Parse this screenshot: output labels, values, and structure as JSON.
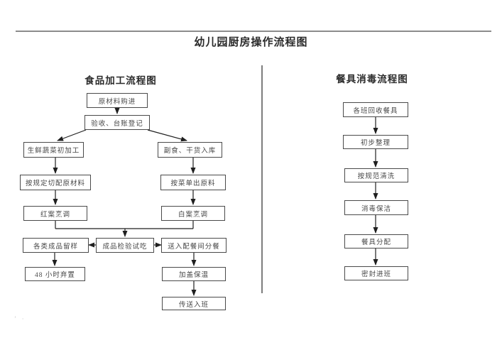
{
  "page": {
    "title": "幼儿园厨房操作流程图",
    "stray_marks": "’ ·"
  },
  "left_chart": {
    "title": "食品加工流程图",
    "type": "flowchart",
    "nodes": {
      "purchase": "原材料购进",
      "acceptance": "验收、台账登记",
      "fresh_veg": "生鲜蔬菜初加工",
      "side_food": "副食、干货入库",
      "cut_prepare": "按规定切配原材料",
      "menu_issue": "按菜单出原料",
      "red_case": "红案烹调",
      "white_case": "白案烹调",
      "sample": "各类成品留样",
      "inspect": "成品检验试吃",
      "serve_room": "送入配餐间分餐",
      "discard": "48 小时弃置",
      "keep_warm": "加盖保温",
      "to_class": "传送入班"
    },
    "edges": [
      "原材料购进→验收、台账登记",
      "验收、台账登记→生鲜蔬菜初加工",
      "验收、台账登记→副食、干货入库",
      "生鲜蔬菜初加工→按规定切配原材料",
      "副食、干货入库→按菜单出原料",
      "按规定切配原材料→红案烹调",
      "按菜单出原料→白案烹调",
      "红案烹调→成品检验试吃",
      "白案烹调→成品检验试吃",
      "成品检验试吃→各类成品留样",
      "成品检验试吃→送入配餐间分餐",
      "各类成品留样→48 小时弃置",
      "送入配餐间分餐→加盖保温",
      "加盖保温→传送入班"
    ]
  },
  "right_chart": {
    "title": "餐具消毒流程图",
    "type": "flowchart",
    "nodes": {
      "collect": "各班回收餐具",
      "tidy": "初步整理",
      "wash": "按规范清洗",
      "disinfect": "消毒保洁",
      "distribute": "餐具分配",
      "seal": "密封进班"
    },
    "edges": [
      "各班回收餐具→初步整理",
      "初步整理→按规范清洗",
      "按规范清洗→消毒保洁",
      "消毒保洁→餐具分配",
      "餐具分配→密封进班"
    ]
  },
  "colors": {
    "rule_gray": "#8c8c8c",
    "box_border": "#4a4a4a",
    "arrow": "#1f1f1f",
    "text": "#474747"
  }
}
